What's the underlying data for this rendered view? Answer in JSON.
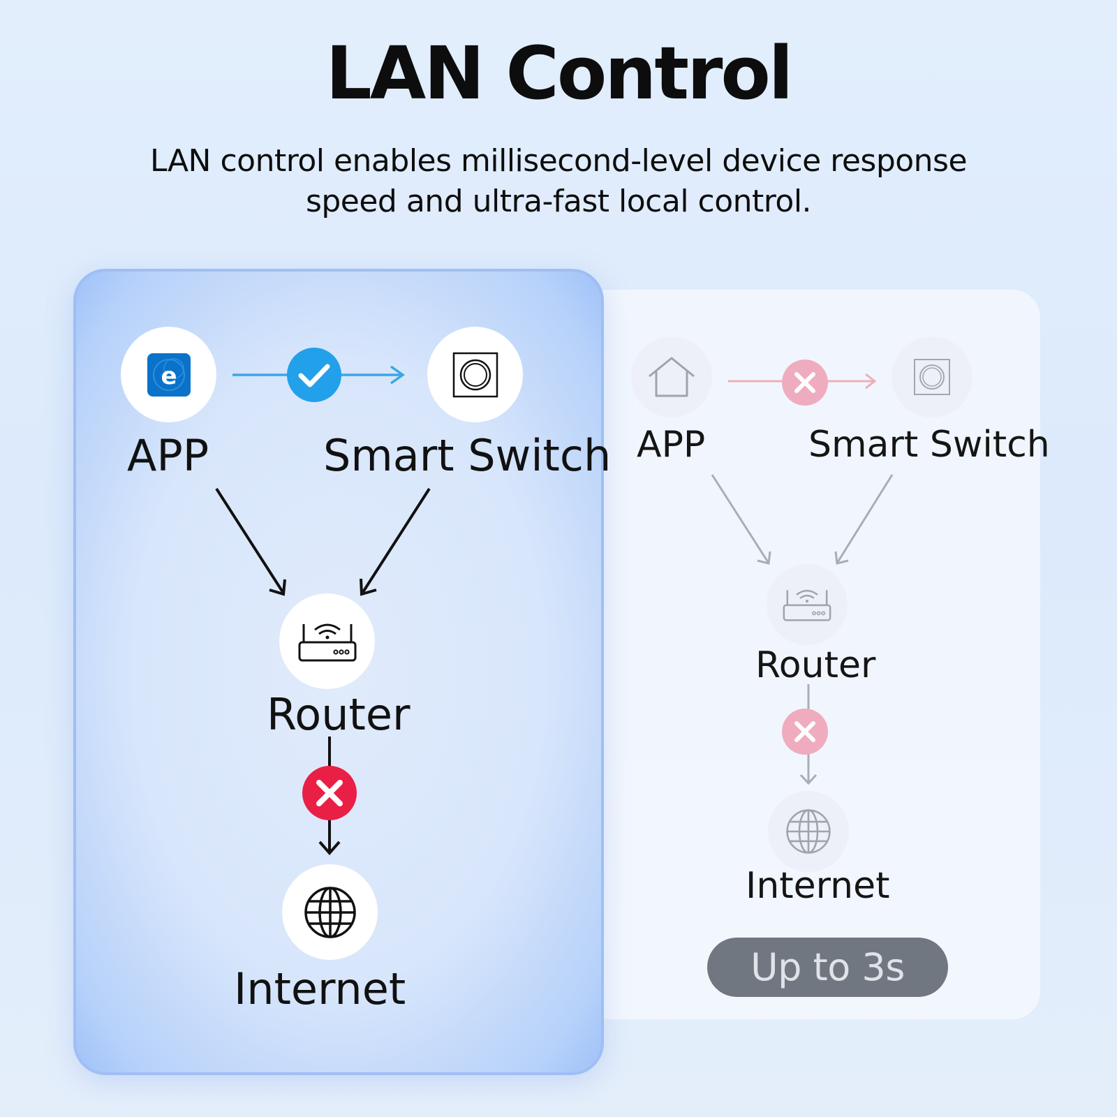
{
  "header": {
    "title": "LAN Control",
    "subtitle_line1": "LAN control enables millisecond-level device response",
    "subtitle_line2": "speed and ultra-fast local control."
  },
  "lan_panel": {
    "app_label": "APP",
    "switch_label": "Smart Switch",
    "router_label": "Router",
    "internet_label": "Internet",
    "app_to_switch_status": "check-icon",
    "router_to_internet_status": "cross-icon",
    "colors": {
      "accent_blue": "#22a0ea",
      "error_red": "#ea1f45"
    }
  },
  "cloud_panel": {
    "app_label": "APP",
    "switch_label": "Smart Switch",
    "router_label": "Router",
    "internet_label": "Internet",
    "app_to_switch_status": "cross-icon",
    "router_to_internet_status": "cross-icon",
    "response_time": "Up to 3s",
    "colors": {
      "faded_pink": "#eeabbd",
      "badge_gray": "#707780"
    }
  }
}
